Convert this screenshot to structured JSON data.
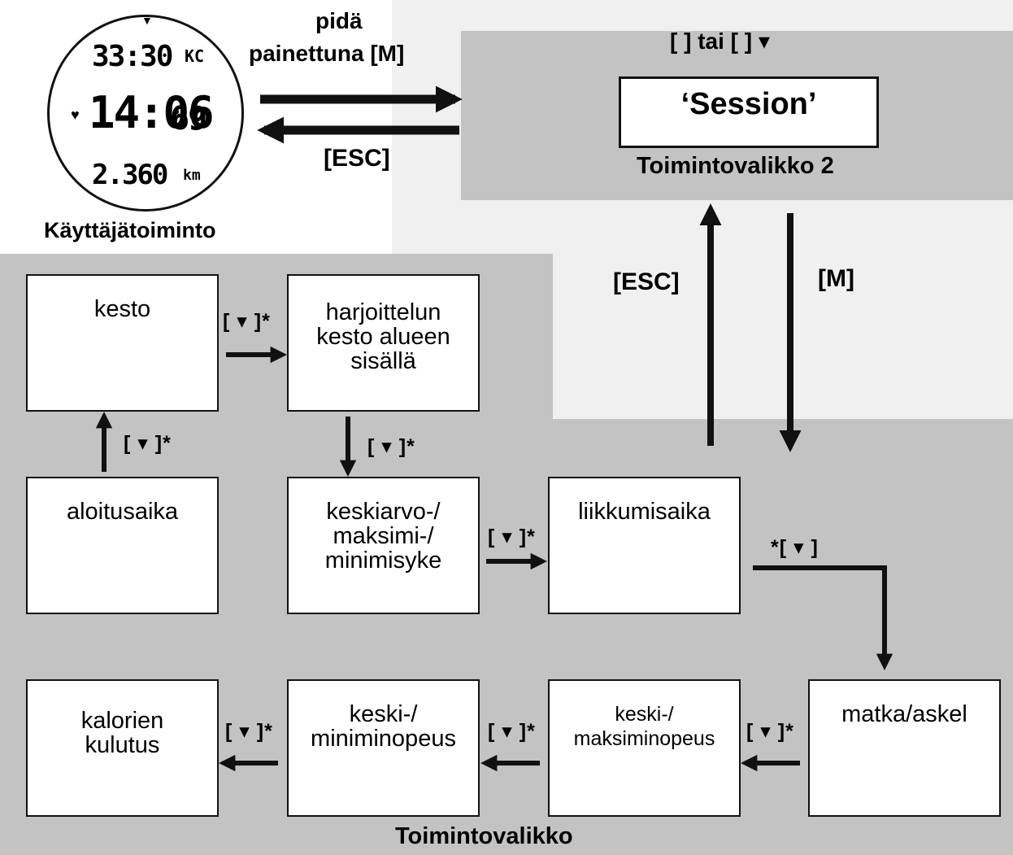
{
  "colors": {
    "menu_bg": "#c3c3c3",
    "page_bg": "#f0f0f0",
    "box_bg": "#ffffff",
    "ink": "#111111"
  },
  "watch": {
    "label": "Käyttäjätoiminto",
    "display": {
      "line1": "33:30",
      "line1_unit": "KC",
      "line2": "14:06",
      "line2_suffix": "69",
      "line3": "2.360",
      "line3_unit": "km"
    }
  },
  "transitions": {
    "hold_m": [
      "pidä",
      "painettuna [M]"
    ],
    "esc_back": "[ESC]",
    "up_esc": "[ESC]",
    "down_m": "[M]",
    "down_key": "[ ▾ ]*",
    "down_key_alt": "*[ ▾ ]"
  },
  "menu2": {
    "selector": "[ ] tai [ ] ▾",
    "session": "‘Session’",
    "title": "Toimintovalikko 2"
  },
  "menu1": {
    "title": "Toimintovalikko",
    "boxes": {
      "kesto": [
        "kesto"
      ],
      "harjoittelun": [
        "harjoittelun",
        "kesto alueen",
        "sisällä"
      ],
      "aloitusaika": [
        "aloitusaika"
      ],
      "keskiarvo": [
        "keskiarvo-/",
        "maksimi-/",
        "minimisyke"
      ],
      "liikkumisaika": [
        "liikkumisaika"
      ],
      "kalorien": [
        "kalorien",
        "kulutus"
      ],
      "keski_min": [
        "keski-/",
        "miniminopeus"
      ],
      "keski_max": [
        "keski-/",
        "maksiminopeus"
      ],
      "matka": [
        "matka/askel"
      ]
    }
  }
}
